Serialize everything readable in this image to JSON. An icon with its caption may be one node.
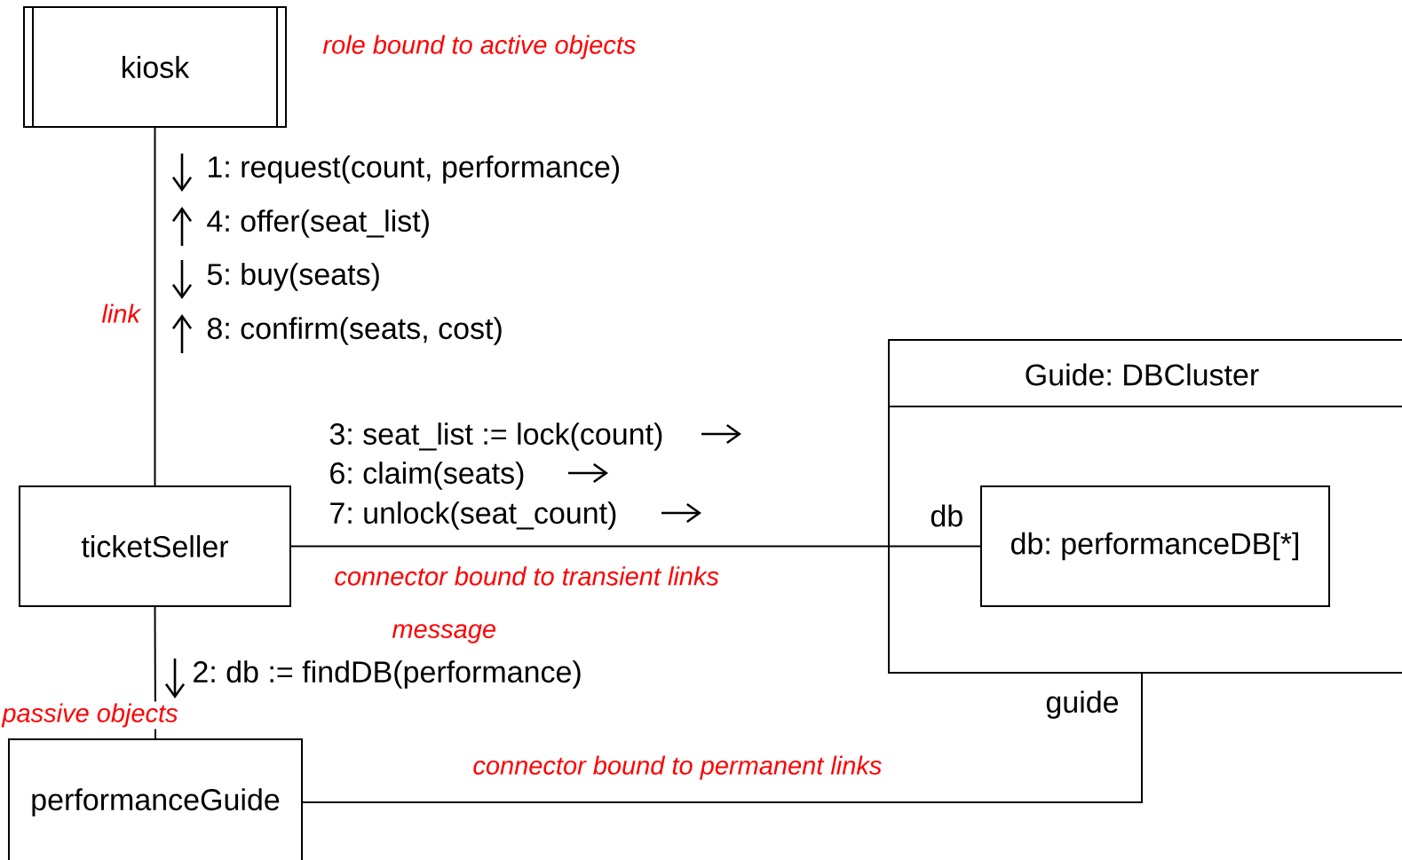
{
  "diagram": {
    "nodes": [
      {
        "text": [
          "kiosk"
        ]
      },
      {
        "text": [
          "Guide: DBCluster"
        ]
      },
      {
        "text": [
          "db: performanceDB[*]"
        ],
        "in": 1
      },
      {
        "text": [
          "ticketSeller"
        ]
      },
      {
        "text": [
          "performanceGuide"
        ]
      }
    ],
    "edges": [
      {
        "from": 0,
        "to": 3,
        "arrow": "none"
      },
      {
        "from": 3,
        "to": 2,
        "arrow": "none"
      },
      {
        "from": 3,
        "to": 4,
        "arrow": "none"
      },
      {
        "from": 4,
        "to": 1,
        "arrow": "none"
      }
    ],
    "labels": [
      "role bound to active objects",
      "1: request(count, performance)",
      "4: offer(seat_list)",
      "5: buy(seats)",
      "link",
      "8: confirm(seats, cost)",
      "3: seat_list := lock(count)",
      "6: claim(seats)",
      "db",
      "7: unlock(seat_count)",
      "connector bound to transient links",
      "message",
      "2: db := findDB(performance)",
      "guide",
      "passive objects",
      "connector bound to permanent links"
    ]
  }
}
